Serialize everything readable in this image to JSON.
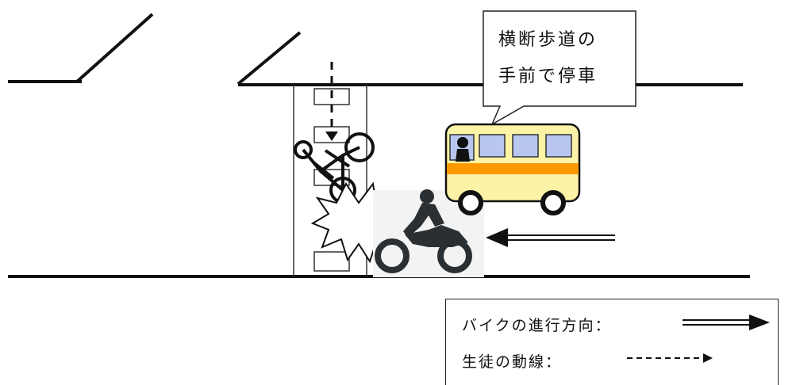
{
  "callout": {
    "line1": "横断歩道の",
    "line2": "手前で停車"
  },
  "legend": {
    "motorbike_direction_label": "バイクの進行方向：",
    "student_path_label": "生徒の動線："
  },
  "colors": {
    "bus_body": "#fdf3a6",
    "bus_stripe": "#ff9900",
    "bus_window": "#b8c6f0",
    "line": "#111111"
  }
}
